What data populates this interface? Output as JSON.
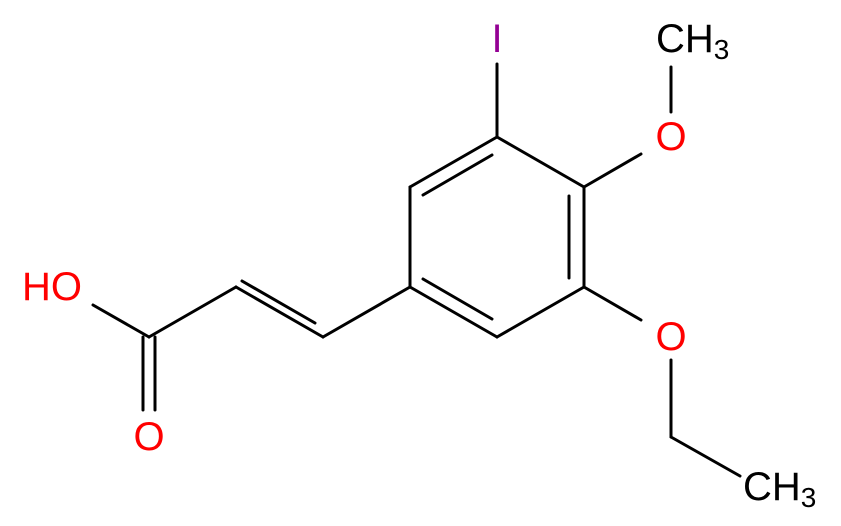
{
  "colors": {
    "bond": "#000000",
    "oxygen": "#ff0000",
    "iodine": "#940094",
    "carbon_label": "#000000",
    "background": "#ffffff"
  },
  "atoms": {
    "iodine": {
      "symbol": "I"
    },
    "methoxy_oxygen": {
      "symbol": "O"
    },
    "methoxy_methyl": {
      "symbol": "CH",
      "subscript": "3"
    },
    "ethoxy_oxygen": {
      "symbol": "O"
    },
    "ethyl_methyl": {
      "symbol": "CH",
      "subscript": "3"
    },
    "hydroxyl": {
      "symbol": "HO"
    },
    "carbonyl_oxygen": {
      "symbol": "O"
    }
  }
}
